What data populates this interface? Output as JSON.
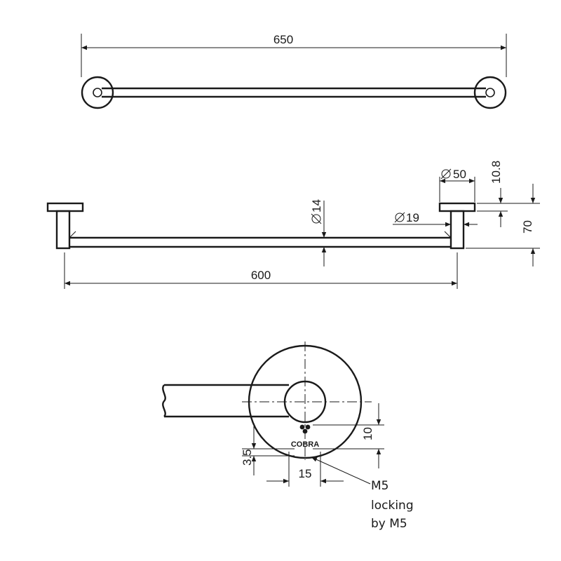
{
  "dimensions": {
    "overall_length": "650",
    "bar_length": "600",
    "rod_diameter": "14",
    "tube_diameter": "19",
    "flange_diameter": "50",
    "flange_thickness": "10.8",
    "projection": "70",
    "screw_offset_v": "3.5",
    "screw_height": "10",
    "screw_offset_h": "15"
  },
  "notes": {
    "screw_label": "M5",
    "locking_line1": "locking",
    "locking_line2": "by M5"
  },
  "logo": {
    "text": "COBRA"
  },
  "colors": {
    "line": "#1a1a1a",
    "background": "#ffffff"
  }
}
